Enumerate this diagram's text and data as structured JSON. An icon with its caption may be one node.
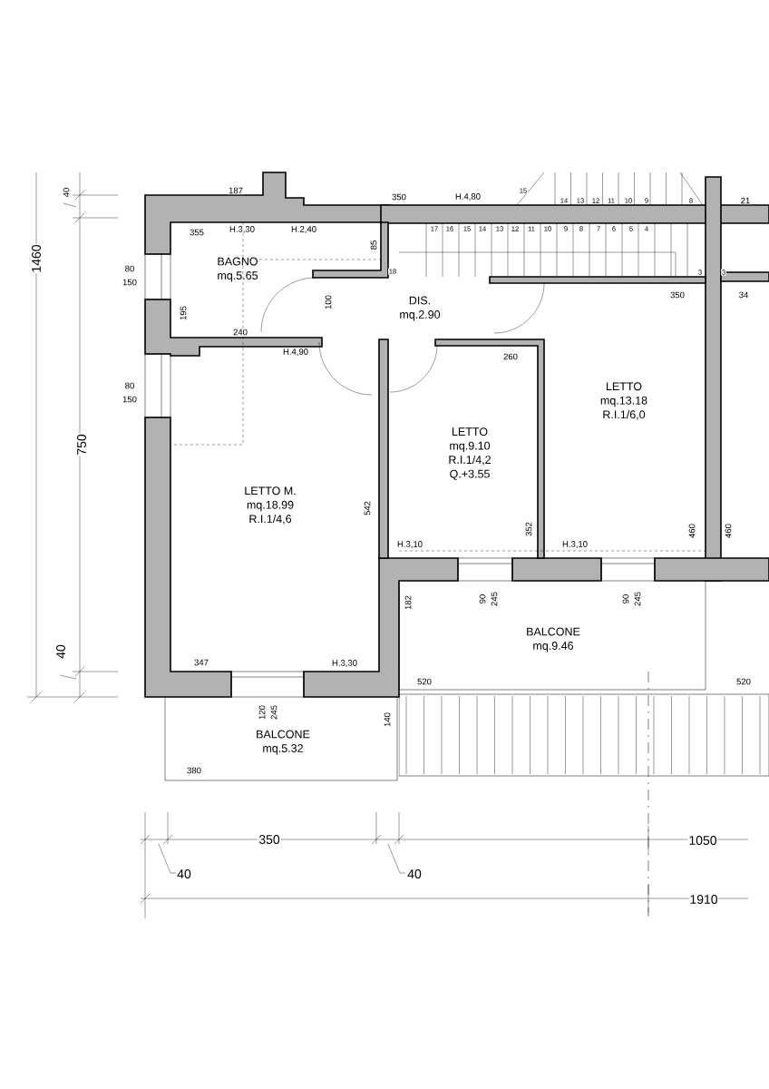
{
  "diagram": {
    "nodes": [
      {
        "text": [
          "BAGNO",
          "mq.5.65"
        ]
      },
      {
        "text": [
          "DIS.",
          "mq.2.90"
        ]
      },
      {
        "text": [
          "LETTO",
          "mq.13.18",
          "R.I.1/6,0"
        ]
      },
      {
        "text": [
          "LETTO",
          "mq.9.10",
          "R.I.1/4,2",
          "Q.+3.55"
        ]
      },
      {
        "text": [
          "LETTO M.",
          "mq.18.99",
          "R.I.1/4,6"
        ]
      },
      {
        "text": [
          "BALCONE",
          "mq.9.46"
        ]
      },
      {
        "text": [
          "BALCONE",
          "mq.5.32"
        ]
      }
    ],
    "edges": [],
    "labels": [
      "40",
      "1460",
      "187",
      "350",
      "H.4,80",
      "15",
      "14",
      "13",
      "12",
      "11",
      "10",
      "9",
      "8",
      "21",
      "355",
      "H.3,30",
      "H.2,40",
      "85",
      "17",
      "16",
      "15",
      "14",
      "13",
      "12",
      "11",
      "10",
      "9",
      "8",
      "7",
      "6",
      "5",
      "4",
      "18",
      "3",
      "3",
      "80",
      "150",
      "195",
      "100",
      "240",
      "H.4,90",
      "350",
      "34",
      "260",
      "80",
      "150",
      "750",
      "542",
      "352",
      "460",
      "460",
      "H.3,10",
      "H.3,10",
      "182",
      "90",
      "245",
      "90",
      "245",
      "40",
      "347",
      "H.3,30",
      "520",
      "520",
      "120",
      "245",
      "140",
      "380",
      "350",
      "1050",
      "40",
      "40",
      "1910"
    ]
  }
}
